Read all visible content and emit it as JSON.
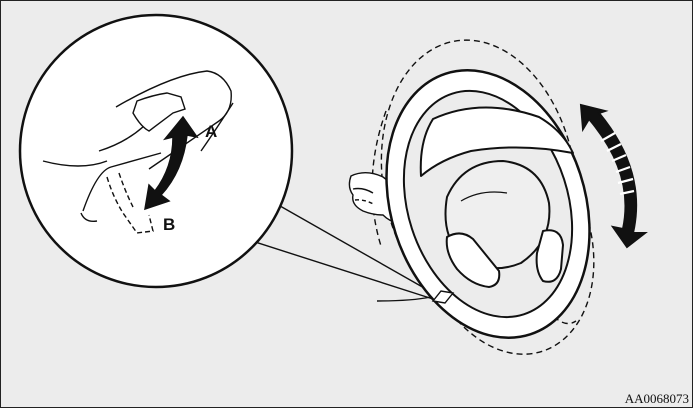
{
  "figure": {
    "label_a": "A",
    "label_b": "B",
    "image_code": "AA0068073",
    "colors": {
      "background": "#ececec",
      "line": "#111111",
      "fill_white": "#ffffff"
    },
    "icons": {
      "tilt_arrow": "double-curved-arrow-icon",
      "lever_arrow": "double-arrow-icon"
    }
  }
}
